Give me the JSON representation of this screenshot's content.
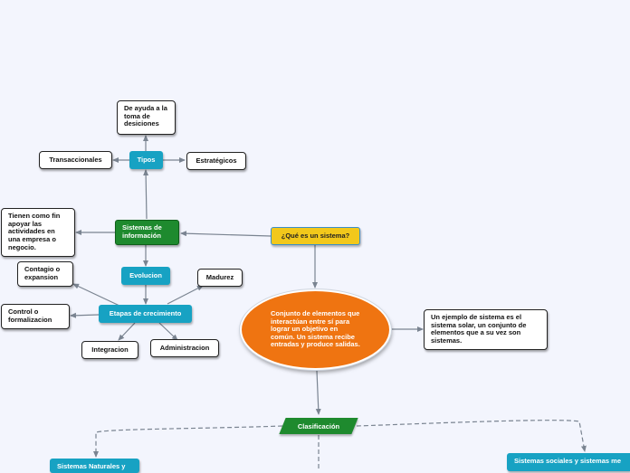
{
  "colors": {
    "background": "#f3f5fd",
    "teal": "#17a2c3",
    "green": "#1e8a2e",
    "yellow": "#f2c81b",
    "orange": "#ef7411",
    "connector": "#7a8491"
  },
  "nodes": {
    "que_es": "¿Qué es un sistema?",
    "definicion": "Conjunto de elementos que interactúan entre sí para lograr un objetivo en común. Un sistema recibe entradas y produce salidas.",
    "ejemplo": "Un ejemplo de sistema es el sistema solar, un conjunto de elementos que a su vez son sistemas.",
    "clasificacion": "Clasificación",
    "naturales": "Sistemas Naturales y",
    "sociales": "Sistemas sociales y sistemas me",
    "sistemas_info": "Sistemas de información",
    "tienen_fin": "Tienen como fin apoyar las actividades en una empresa o negocio.",
    "tipos": "Tipos",
    "de_ayuda": "De ayuda a la toma de desiciones",
    "transaccionales": "Transaccionales",
    "estrategicos": "Estratégicos",
    "evolucion": "Evolucion",
    "etapas": "Etapas de crecimiento",
    "contagio": "Contagio o expansion",
    "madurez": "Madurez",
    "control": "Control o formalizacion",
    "integracion": "Integracion",
    "administracion": "Administracion"
  }
}
